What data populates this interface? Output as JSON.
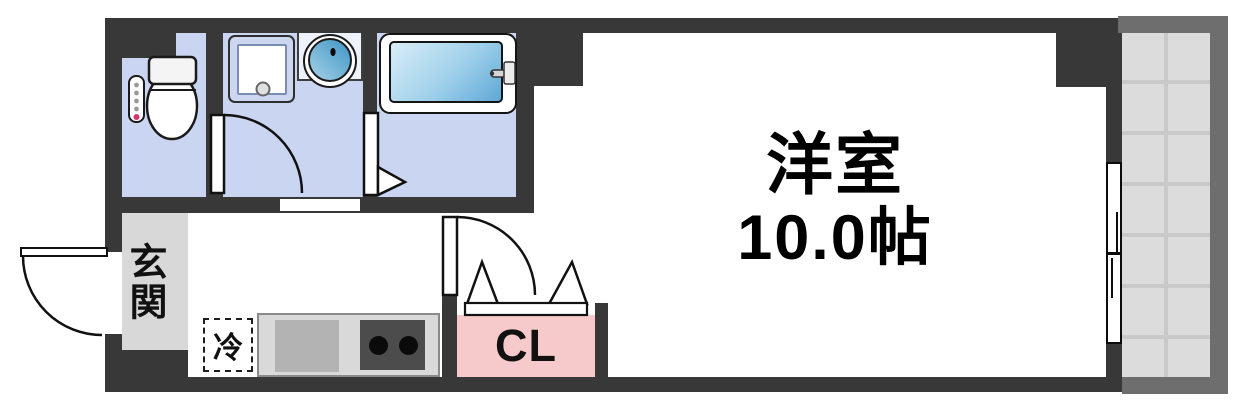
{
  "title": "apartment floor plan",
  "labels": {
    "main_room_name": "洋室",
    "main_room_size": "10.0帖",
    "entrance": "玄関",
    "closet": "CL",
    "refrigerator": "冷"
  },
  "colors": {
    "wall": "#383838",
    "wet_area_floor": "#c9d5f1",
    "entrance_floor": "#d8d8d8",
    "closet_fill": "#f6caca",
    "balcony_rail": "#6e6e6e",
    "balcony_tile": "#dcdcdc",
    "balcony_tile_grid": "#c9c9c9",
    "kitchen_counter": "#d9d9d9",
    "kitchen_sink": "#b3b3b3",
    "stove": "#4c4c4c",
    "tub_water_light": "#d9edf8",
    "tub_water_dark": "#5fa8d6",
    "toilet_button_red": "#d6336c"
  }
}
